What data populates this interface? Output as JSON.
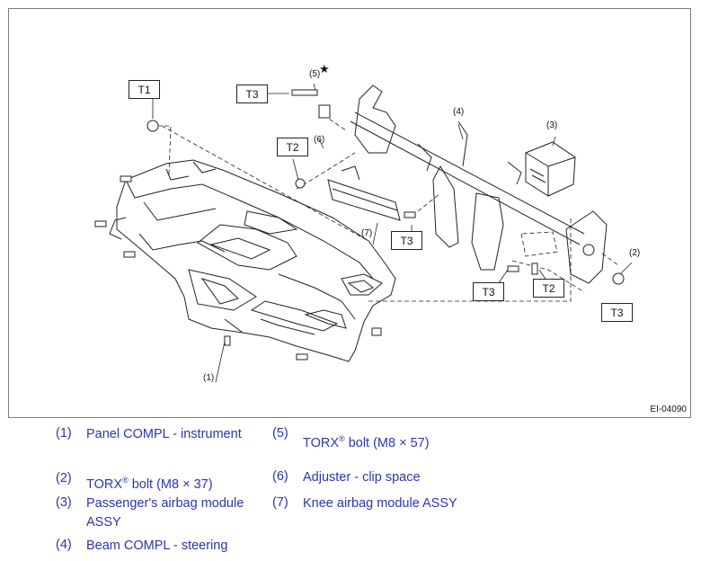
{
  "figure": {
    "code": "EI-04090",
    "callout_boxes": {
      "t1": "T1",
      "t3_top": "T3",
      "t2_left": "T2",
      "t3_mid": "T3",
      "t3_lower": "T3",
      "t2_right": "T2",
      "t3_right": "T3"
    },
    "callout_numbers": {
      "n1": "(1)",
      "n2": "(2)",
      "n3": "(3)",
      "n4": "(4)",
      "n5": "(5)",
      "n6": "(6)",
      "n7": "(7)"
    },
    "star": "★"
  },
  "legend": {
    "items": [
      {
        "num": "(1)",
        "text": "Panel COMPL - instrument"
      },
      {
        "num": "(2)",
        "text_before": "TORX",
        "reg": "®",
        "text_after": " bolt (M8 × 37)"
      },
      {
        "num": "(3)",
        "text": "Passenger's airbag module ASSY"
      },
      {
        "num": "(4)",
        "text": "Beam COMPL - steering"
      },
      {
        "num": "(5)",
        "text_before": "TORX",
        "reg": "®",
        "text_after": " bolt (M8 × 57)"
      },
      {
        "num": "(6)",
        "text": "Adjuster - clip space"
      },
      {
        "num": "(7)",
        "text": "Knee airbag module ASSY"
      }
    ]
  }
}
